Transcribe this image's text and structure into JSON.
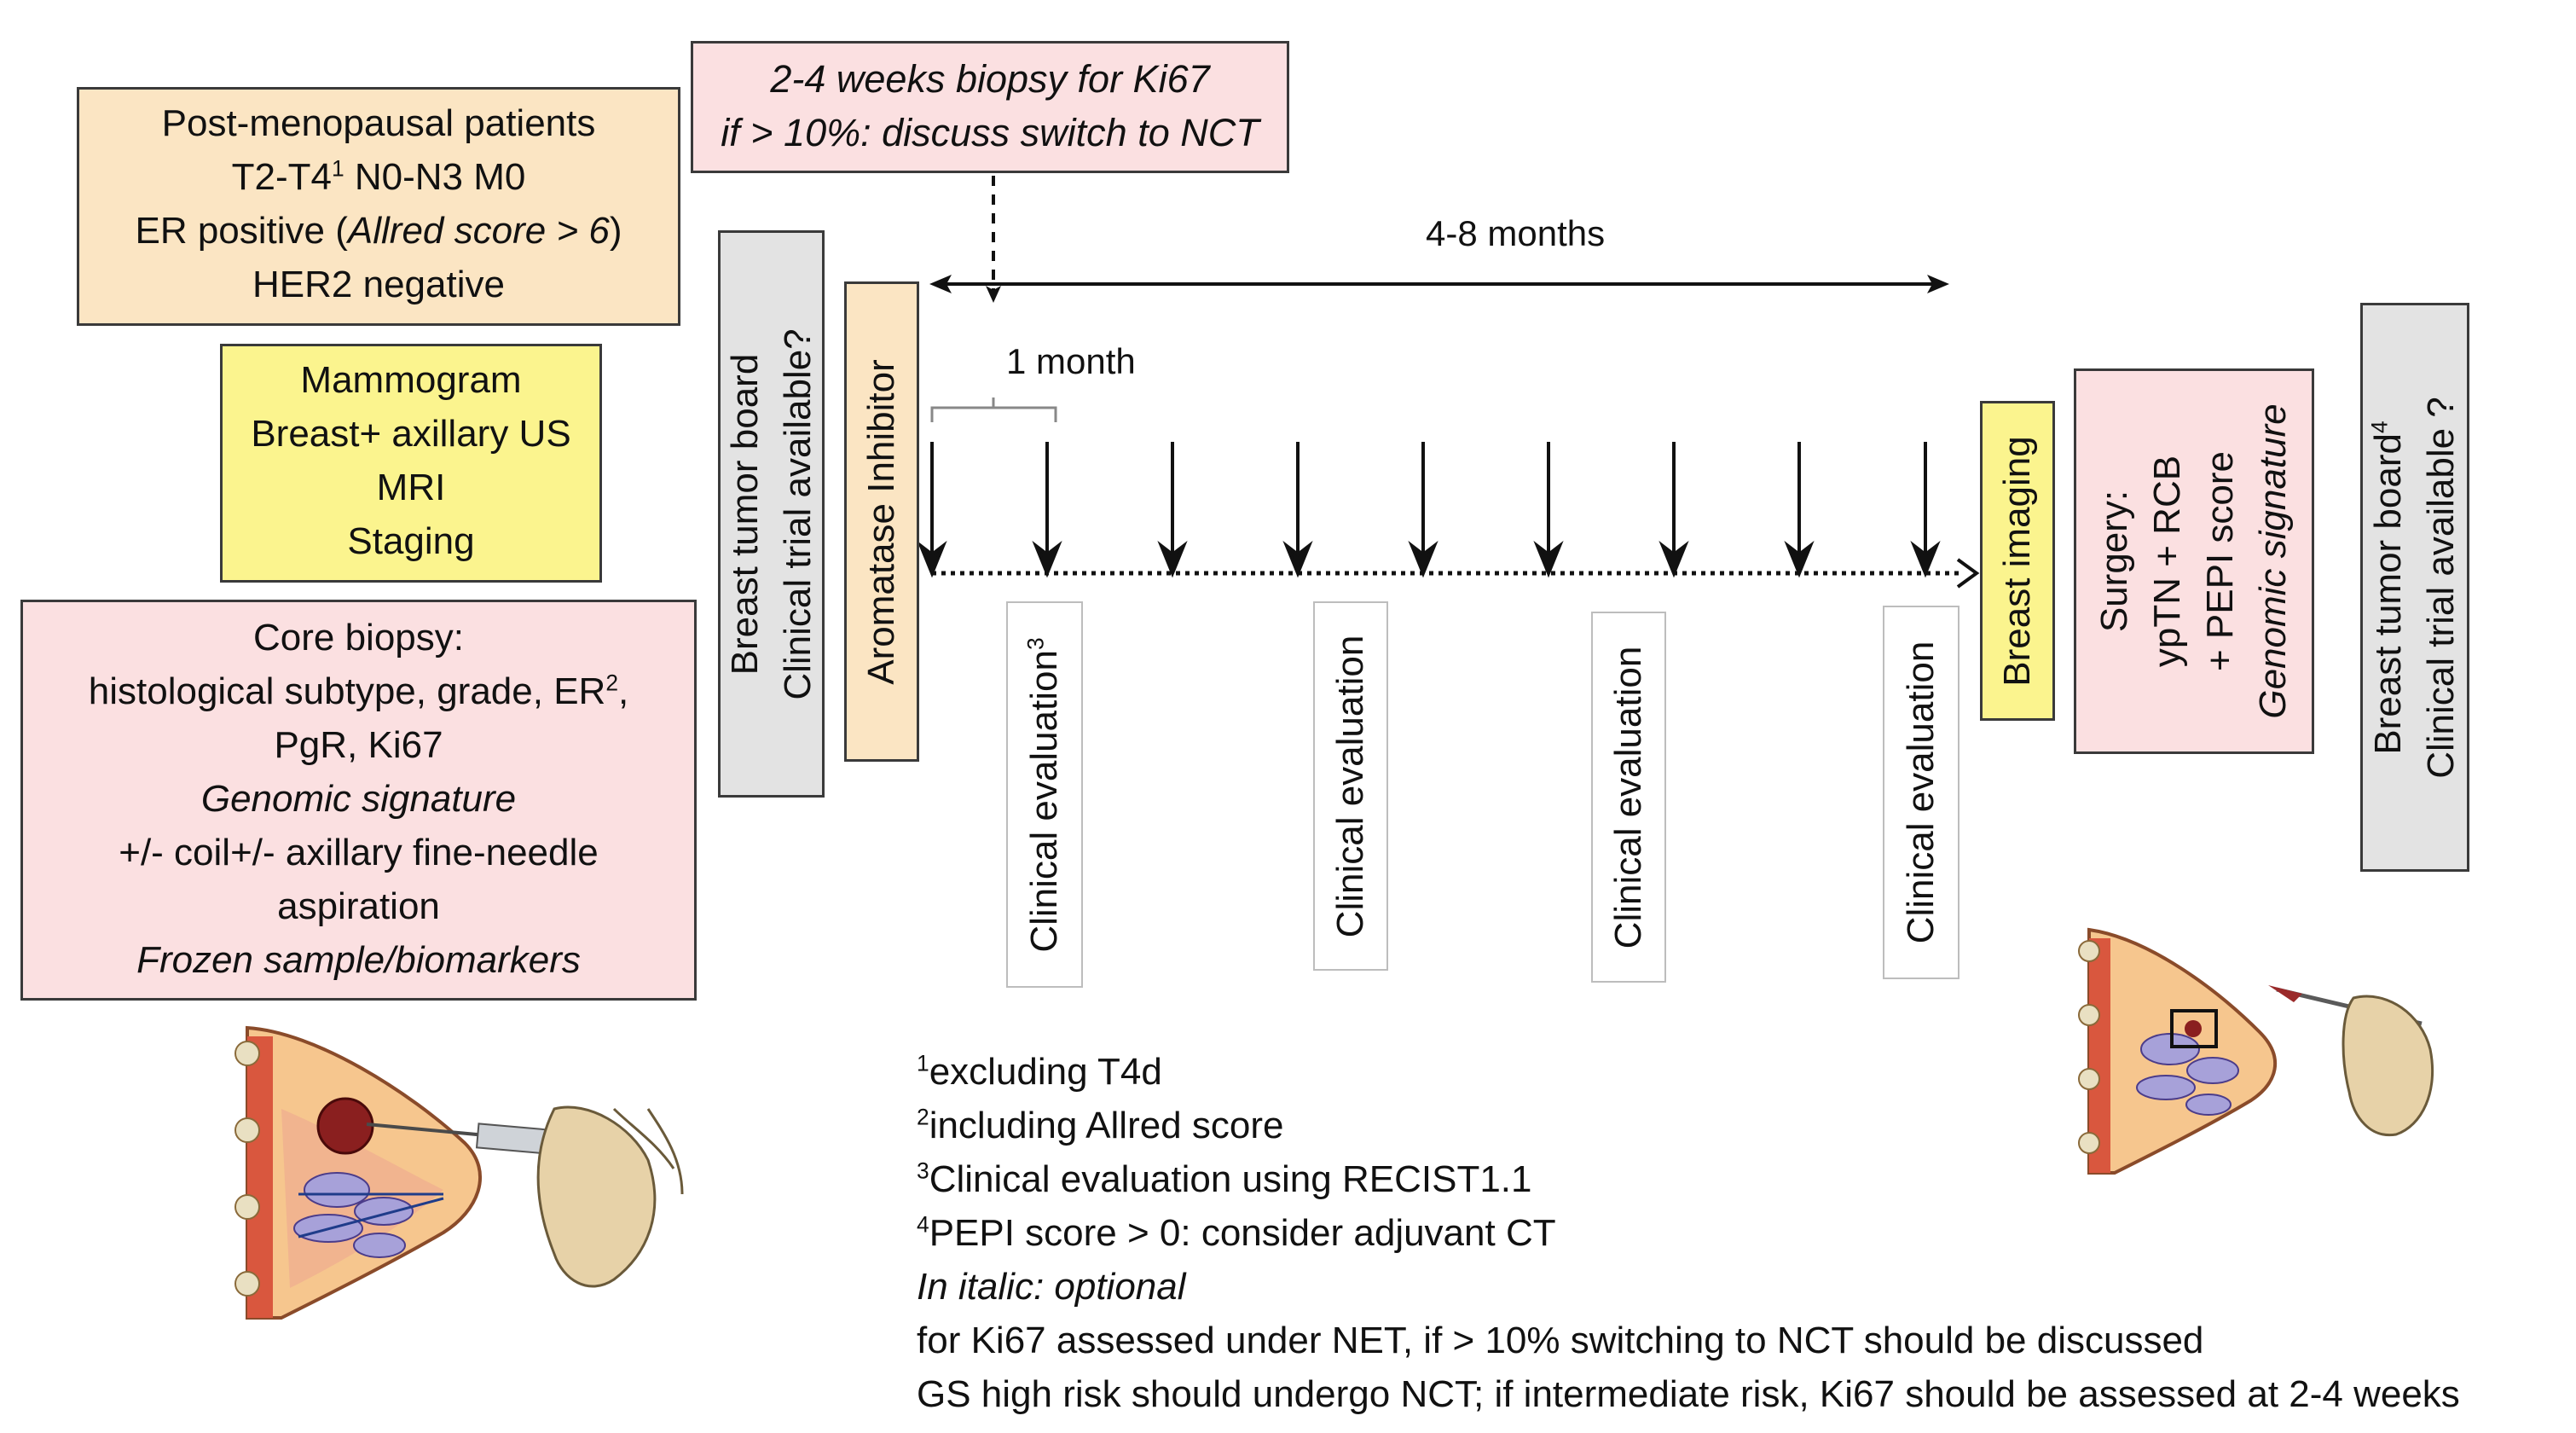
{
  "patients": {
    "line1": "Post-menopausal patients",
    "line2_a": "T2-T4",
    "line2_sup": "1",
    "line2_b": " N0-N3 M0",
    "line3_a": "ER positive (",
    "line3_i": "Allred score > 6",
    "line3_b": ")",
    "line4": "HER2 negative"
  },
  "imaging": {
    "line1": "Mammogram",
    "line2": "Breast+ axillary US",
    "line3": "MRI",
    "line4": "Staging"
  },
  "core_biopsy": {
    "line1": "Core biopsy:",
    "line2_a": "histological subtype, grade, ER",
    "line2_sup": "2",
    "line2_b": ",",
    "line3": "PgR, Ki67",
    "line4": "Genomic signature",
    "line5": "+/- coil+/- axillary fine-needle",
    "line6": "aspiration",
    "line7": "Frozen sample/biomarkers"
  },
  "ki67_biopsy": {
    "line1": "2-4 weeks biopsy for Ki67",
    "line2": "if > 10%: discuss switch to NCT"
  },
  "tumor_board_1": {
    "line1": "Breast tumor board",
    "line2": "Clinical trial available?"
  },
  "aromatase": {
    "label": "Aromatase Inhibitor"
  },
  "timeline": {
    "duration_label": "4-8 months",
    "interval_label": "1 month"
  },
  "clinical_evals": [
    {
      "label": "Clinical evaluation",
      "sup": "3"
    },
    {
      "label": "Clinical evaluation",
      "sup": ""
    },
    {
      "label": "Clinical evaluation",
      "sup": ""
    },
    {
      "label": "Clinical evaluation",
      "sup": ""
    }
  ],
  "breast_imaging": {
    "label": "Breast imaging"
  },
  "surgery": {
    "line1": "Surgery:",
    "line2": "ypTN + RCB",
    "line3": "+ PEPI score",
    "line4": "Genomic signature"
  },
  "tumor_board_2": {
    "line1_a": "Breast tumor board",
    "line1_sup": "4",
    "line2": "Clinical trial available ?"
  },
  "footnotes": [
    {
      "sup": "1",
      "text": "excluding T4d",
      "italic": false
    },
    {
      "sup": "2",
      "text": "including Allred score",
      "italic": false
    },
    {
      "sup": "3",
      "text": "Clinical evaluation using RECIST1.1",
      "italic": false
    },
    {
      "sup": "4",
      "text": "PEPI score > 0: consider adjuvant CT",
      "italic": false
    },
    {
      "sup": "",
      "text": "In italic: optional",
      "italic": true
    },
    {
      "sup": "",
      "text": "for Ki67 assessed under NET, if > 10% switching to NCT should be discussed",
      "italic": false
    },
    {
      "sup": "",
      "text": "GS high risk should undergo NCT; if intermediate risk, Ki67 should be assessed at 2-4 weeks",
      "italic": false
    }
  ],
  "colors": {
    "cream": "#fbe5c3",
    "yellow": "#fbf48e",
    "pink": "#fbe0e1",
    "gray": "#e3e3e3"
  }
}
